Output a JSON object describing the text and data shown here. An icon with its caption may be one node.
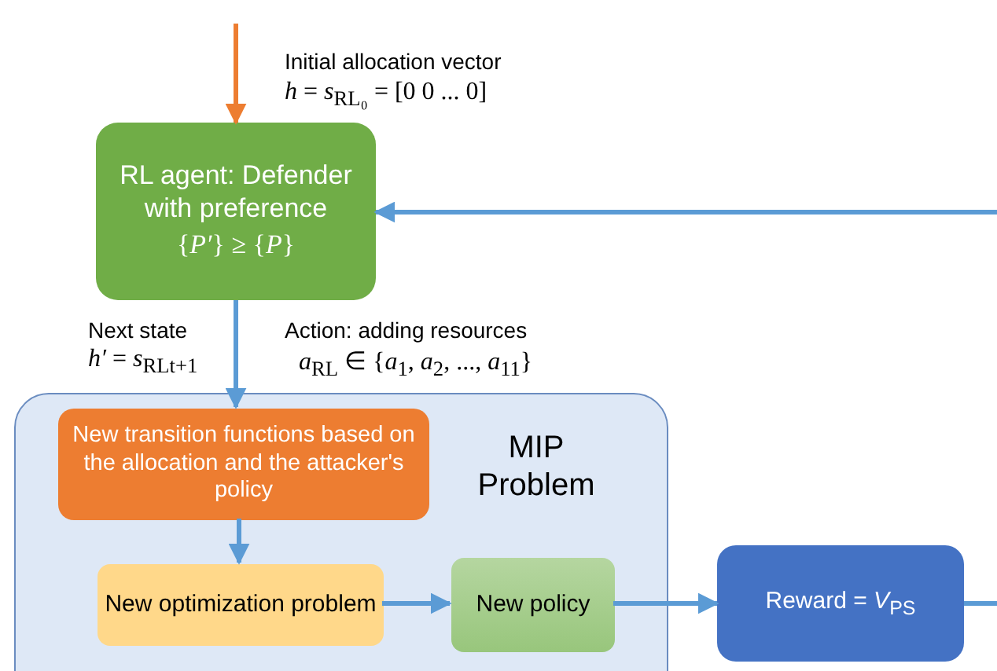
{
  "diagram": {
    "nodes": [
      {
        "text": [
          "RL agent: Defender with preference",
          "{*P′*} ≥ {*P*}"
        ]
      },
      {
        "text": [
          "MIP Problem"
        ]
      },
      {
        "text": [
          "New transition functions based on the allocation and the attacker's policy"
        ],
        "in": 1
      },
      {
        "text": [
          "New optimization problem"
        ],
        "in": 1
      },
      {
        "text": [
          "New policy"
        ],
        "in": 1
      },
      {
        "text": [
          "Reward = *V*$_{PS}$"
        ]
      }
    ],
    "edges": [
      {
        "from": null,
        "to": 0,
        "arrow": "to",
        "color": "#ed7d31"
      },
      {
        "from": 0,
        "to": 2,
        "arrow": "to"
      },
      {
        "from": 2,
        "to": 3,
        "arrow": "to"
      },
      {
        "from": 3,
        "to": 4,
        "arrow": "to"
      },
      {
        "from": 4,
        "to": 5,
        "arrow": "to"
      },
      {
        "from": 5,
        "to": null,
        "arrow": "none"
      },
      {
        "from": null,
        "to": 0,
        "arrow": "to"
      }
    ],
    "labels": [
      "Initial allocation vector",
      "*h* = *s*$_{RL₀}$ = [0 0 ... 0]",
      "Next state",
      "*h′* = *s*$_{RLt+1}$",
      "Action: adding resources",
      "*a*$_{RL}$ ∈ {*a*$_{1}$, *a*$_{2}$, ..., *a*$_{11}$}"
    ]
  }
}
